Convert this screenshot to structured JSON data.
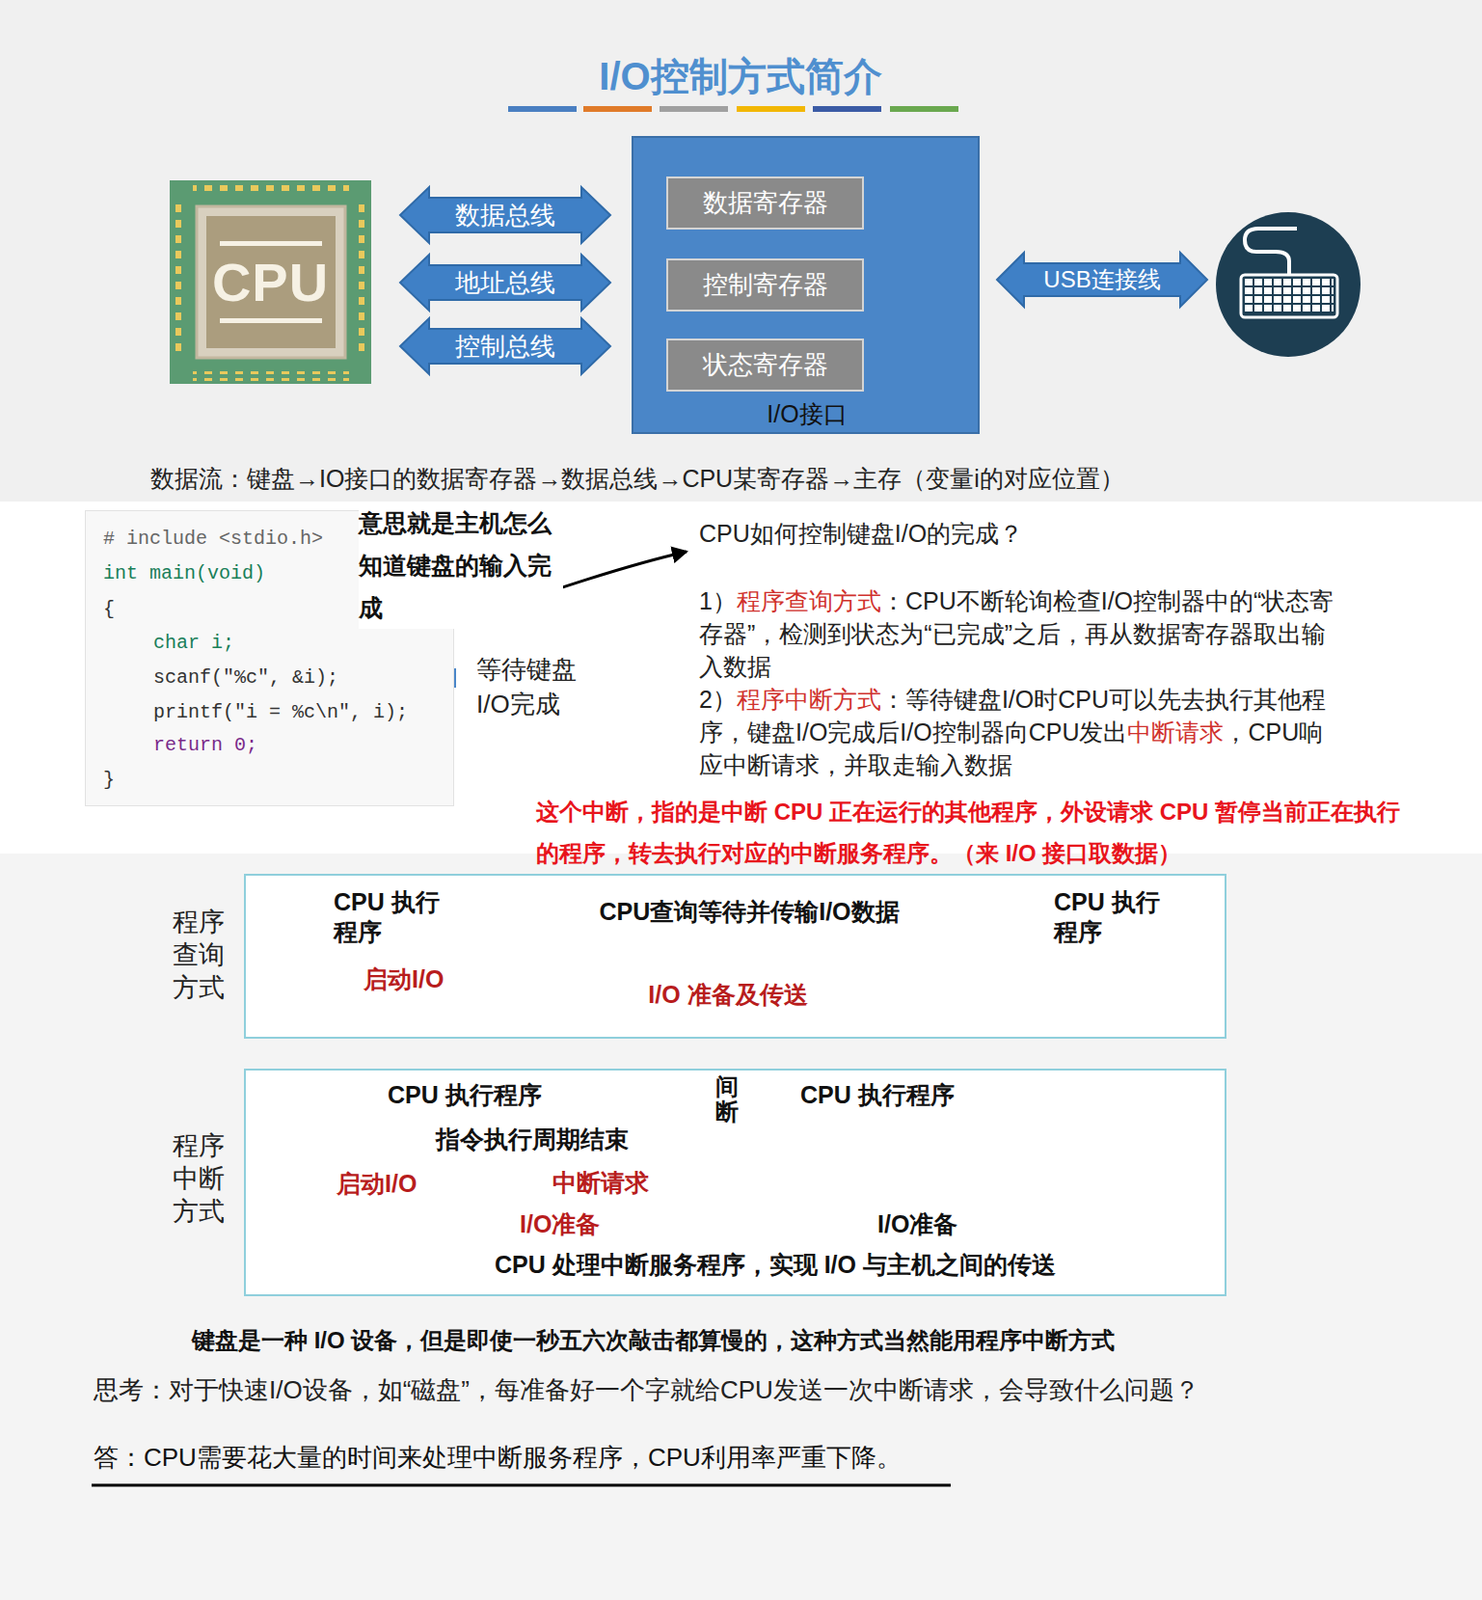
{
  "diagram": {
    "title": "I/O控制方式简介",
    "nodes": [
      {
        "text": [
          "CPU"
        ]
      },
      {
        "text": [
          "I/O接口"
        ]
      },
      {
        "text": [
          "数据寄存器"
        ],
        "in": 1
      },
      {
        "text": [
          "控制寄存器"
        ],
        "in": 1
      },
      {
        "text": [
          "状态寄存器"
        ],
        "in": 1
      },
      {
        "text": [
          "# include <stdio.h>",
          "int main(void)",
          "{",
          "char i;",
          "scanf(\"%c\", &i);",
          "printf(\"i = %c\\n\", i);",
          "return 0;",
          "}"
        ]
      },
      {
        "text": [
          "程序查询方式",
          "CPU 执行程序",
          "CPU查询等待并传输I/O数据",
          "CPU 执行程序",
          "启动I/O",
          "I/O 准备及传送"
        ]
      },
      {
        "text": [
          "程序中断方式",
          "CPU 执行程序",
          "间断",
          "CPU 执行程序",
          "指令执行周期结束",
          "启动I/O",
          "中断请求",
          "I/O准备",
          "I/O准备",
          "CPU 处理中断服务程序，实现 I/O 与主机之间的传送"
        ]
      }
    ],
    "edges": [
      {
        "from": 0,
        "to": 1,
        "arrow": "both",
        "label": "数据总线"
      },
      {
        "from": 0,
        "to": 1,
        "arrow": "both",
        "label": "地址总线"
      },
      {
        "from": 0,
        "to": 1,
        "arrow": "both",
        "label": "控制总线"
      }
    ],
    "labels": [
      "USB连接线",
      "数据流：键盘→IO接口的数据寄存器→数据总线→CPU某寄存器→主存（变量i的对应位置）",
      "意思就是主机怎么知道键盘的输入完成",
      "等待键盘I/O完成",
      "CPU如何控制键盘I/O的完成？",
      "1）",
      "程序查询方式",
      "：CPU不断轮询检查I/O控制器中的“状态寄存器”，检测到状态为“已完成”之后，再从数据寄存器取出输入数据",
      "2）",
      "程序中断方式",
      "：等待键盘I/O时CPU可以先去执行其他程序，键盘I/O完成后I/O控制器向CPU发出",
      "中断请求",
      "，CPU响应中断请求，并取走输入数据",
      "这个中断，指的是中断 CPU 正在运行的其他程序，外设请求 CPU 暂停当前正在执行的程序，转去执行对应的中断服务程序。（来 I/O 接口取数据）",
      "键盘是一种 I/O 设备，但是即使一秒五六次敲击都算慢的，这种方式当然能用程序中断方式",
      "思考：对于快速I/O设备，如“磁盘”，每准备好一个字就给CPU发送一次中断请求，会导致什么问题？",
      "答：CPU需要花大量的时间来处理中断服务程序，CPU利用率严重下降。"
    ]
  }
}
